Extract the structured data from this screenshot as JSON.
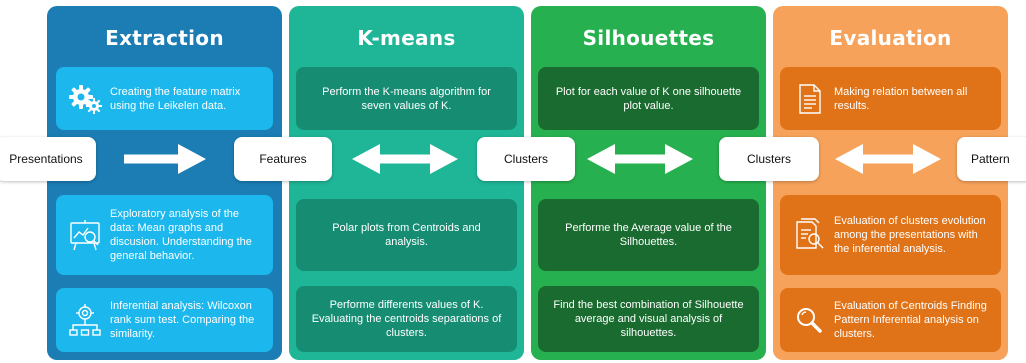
{
  "columns": [
    {
      "title": "Extraction",
      "bg": "#1b7db4",
      "box_bg": "#1cb7ec",
      "boxes": [
        {
          "text": "Creating the feature matrix using the Leikelen data.",
          "icon": "gears-icon"
        },
        {
          "text": "Exploratory analysis of the data: Mean graphs and discusion. Understanding the general behavior.",
          "icon": "analytics-board-icon"
        },
        {
          "text": "Inferential analysis: Wilcoxon rank sum test. Comparing the similarity.",
          "icon": "network-gear-icon"
        }
      ]
    },
    {
      "title": "K-means",
      "bg": "#1fb597",
      "box_bg": "#168d73",
      "boxes": [
        {
          "text": "Perform the K-means algorithm for seven values of K."
        },
        {
          "text": "Polar plots from Centroids and analysis."
        },
        {
          "text": "Performe differents values of K. Evaluating the centroids separations of clusters."
        }
      ]
    },
    {
      "title": "Silhouettes",
      "bg": "#27b04f",
      "box_bg": "#1a6b2f",
      "boxes": [
        {
          "text": "Plot for each value of K one silhouette plot value."
        },
        {
          "text": "Performe the Average value of the Silhouettes."
        },
        {
          "text": "Find the best combination of Silhouette average and visual analysis of silhouettes."
        }
      ]
    },
    {
      "title": "Evaluation",
      "bg": "#f6a25a",
      "box_bg": "#e07318",
      "boxes": [
        {
          "text": "Making relation between all results.",
          "icon": "document-icon"
        },
        {
          "text": "Evaluation of clusters evolution among the presentations with the inferential analysis.",
          "icon": "report-search-icon"
        },
        {
          "text": "Evaluation of Centroids Finding Pattern Inferential analysis on clusters.",
          "icon": "magnifier-icon"
        }
      ]
    }
  ],
  "flow": {
    "labels": [
      "Presentations",
      "Features",
      "Clusters",
      "Clusters",
      "Pattern"
    ],
    "arrow_color": "#ffffff"
  }
}
